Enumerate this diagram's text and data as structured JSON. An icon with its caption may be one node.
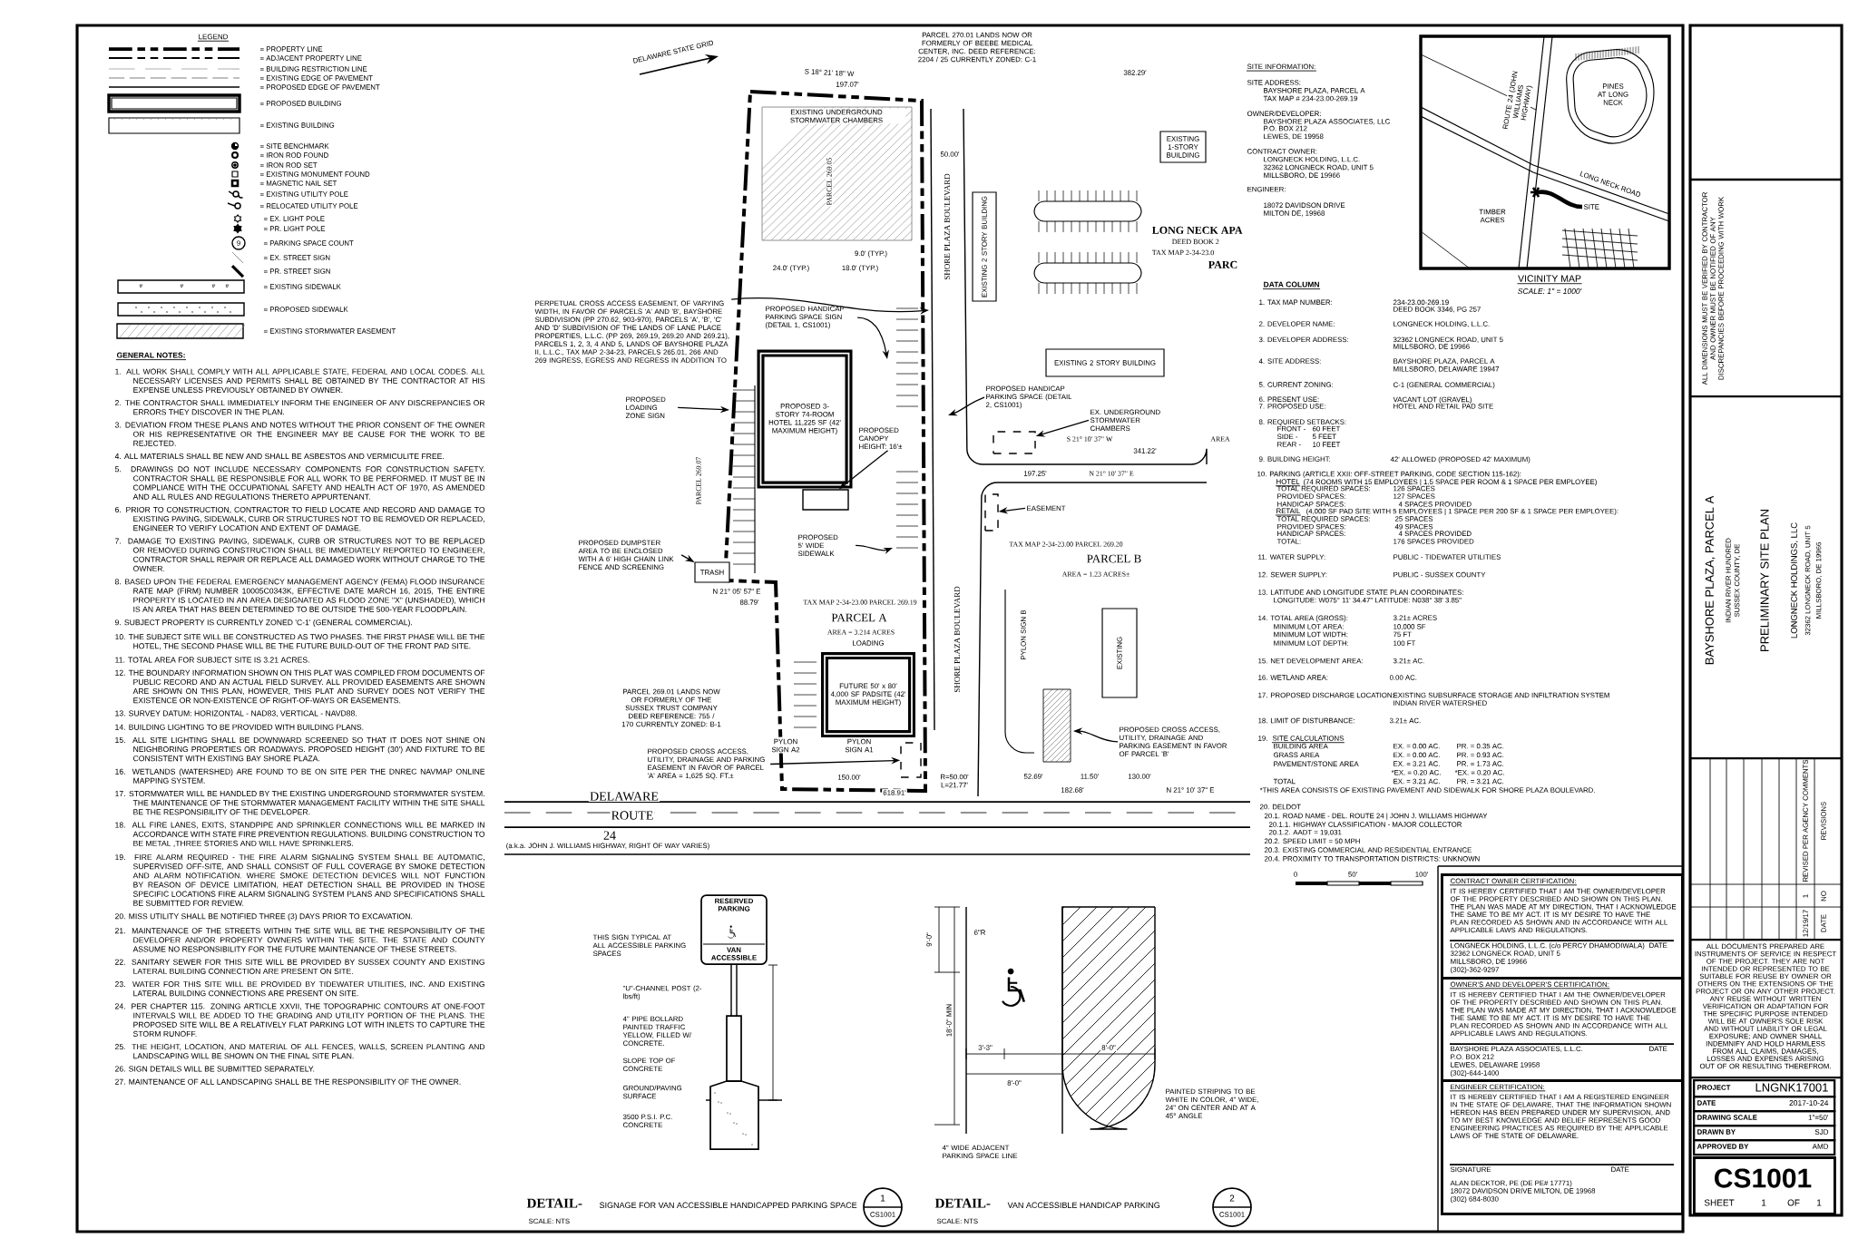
{
  "diagram": {
    "nodes": [
      {
        "text": [
          "PROPOSED 3-STORY 74-ROOM HOTEL 11,225 SF (42' MAXIMUM HEIGHT)"
        ]
      },
      {
        "text": [
          "FUTURE 50' x 80' 4,000 SF PADSITE (42' MAXIMUM HEIGHT)"
        ]
      },
      {
        "text": [
          "EXISTING 2 STORY BUILDING"
        ]
      },
      {
        "text": [
          "EXISTING 2 STORY BUILDING"
        ]
      },
      {
        "text": [
          "EXISTING 1-STORY BUILDING"
        ]
      },
      {
        "text": [
          "EXISTING"
        ]
      },
      {
        "text": [
          "PERPETUAL CROSS ACCESS EASEMENT, OF VARYING WIDTH, IN FAVOR OF PARCELS 'A' AND 'B', BAYSHORE SUBDIVISION (PP 270.62, 903-970), PARCELS 'A', 'B', 'C' AND 'D' SUBDIVISION OF THE LANDS OF LANE PLACE PROPERTIES, L.L.C. (PP 269, 269.19, 269.20 AND 269.21), PARCELS 1, 2, 3, 4 AND 5, LANDS OF BAYSHORE PLAZA II, L.L.C., TAX MAP 2-34-23, PARCELS 265.01, 266 AND 269 INGRESS, EGRESS AND REGRESS IN ADDITION TO"
        ]
      },
      {
        "text": [
          "PROPOSED HANDICAP PARKING SPACE SIGN (DETAIL 1, CS1001)"
        ]
      },
      {
        "text": [
          "PROPOSED LOADING ZONE SIGN"
        ]
      },
      {
        "text": [
          "PROPOSED CANOPY HEIGHT: 16'±"
        ]
      },
      {
        "text": [
          "PROPOSED 5' WIDE SIDEWALK"
        ]
      },
      {
        "text": [
          "PROPOSED HANDICAP PARKING SPACE (DETAIL 2, CS1001)"
        ]
      },
      {
        "text": [
          "EX. UNDERGROUND STORMWATER CHAMBERS"
        ]
      },
      {
        "text": [
          "EASEMENT"
        ]
      },
      {
        "text": [
          "PROPOSED DUMPSTER AREA TO BE ENCLOSED WITH A 6' HIGH CHAIN LINK FENCE AND SCREENING"
        ]
      },
      {
        "text": [
          "PROPOSED CROSS ACCESS, UTILITY, DRAINAGE AND PARKING EASEMENT IN FAVOR OF PARCEL 'A' AREA = 1,625 SQ. FT.±"
        ]
      },
      {
        "text": [
          "PROPOSED CROSS ACCESS, UTILITY, DRAINAGE AND PARKING EASEMENT IN FAVOR OF PARCEL 'B'"
        ]
      },
      {
        "text": [
          "SITE"
        ]
      },
      {
        "text": [
          "RESERVED PARKING",
          "VAN ACCESSIBLE"
        ]
      },
      {
        "text": [
          "1",
          "CS1001"
        ]
      },
      {
        "text": [
          "2",
          "CS1001"
        ]
      },
      {
        "text": [
          "CONTRACT OWNER CERTIFICATION:",
          "IT IS HEREBY CERTIFIED THAT I AM THE OWNER/DEVELOPER OF THE PROPERTY DESCRIBED AND SHOWN ON THIS PLAN. THE PLAN WAS MADE AT MY DIRECTION, THAT I ACKNOWLEDGE THE SAME TO BE MY ACT. IT IS MY DESIRE TO HAVE THE PLAN RECORDED AS SHOWN AND IN ACCORDANCE WITH ALL APPLICABLE LAWS AND REGULATIONS.",
          "LONGNECK HOLDING, L.L.C. (c/o PERCY DHAMODIWALA)",
          "DATE",
          "32362 LONGNECK ROAD, UNIT 5",
          "MILLSBORO, DE 19966",
          "(302)-362-9297"
        ]
      },
      {
        "text": [
          "OWNER'S AND DEVELOPER'S CERTIFICATION:",
          "IT IS HEREBY CERTIFIED THAT I AM THE OWNER/DEVELOPER OF THE PROPERTY DESCRIBED AND SHOWN ON THIS PLAN. THE PLAN WAS MADE AT MY DIRECTION, THAT I ACKNOWLEDGE THE SAME TO BE MY ACT. IT IS MY DESIRE TO HAVE THE PLAN RECORDED AS SHOWN AND IN ACCORDANCE WITH ALL APPLICABLE LAWS AND REGULATIONS.",
          "BAYSHORE PLAZA ASSOCIATES, L.L.C.",
          "DATE",
          "P.O. BOX 212",
          "LEWES, DELAWARE 19958",
          "(302)-644-1400"
        ]
      },
      {
        "text": [
          "ENGINEER CERTIFICATION:",
          "IT IS HEREBY CERTIFIED THAT I AM A REGISTERED ENGINEER IN THE STATE OF DELAWARE, THAT THE INFORMATION SHOWN HEREON HAS BEEN PREPARED UNDER MY SUPERVISION, AND TO MY BEST KNOWLEDGE AND BELIEF REPRESENTS GOOD ENGINEERING PRACTICES AS REQUIRED BY THE APPLICABLE LAWS OF THE STATE OF DELAWARE.",
          "SIGNATURE",
          "DATE",
          "ALAN DECKTOR, PE (DE PE# 17771)",
          "18072 DAVIDSON DRIVE MILTON, DE 19968",
          "(302) 684-8030"
        ]
      },
      {
        "text": [
          "PROJECT",
          "LNGNK17001"
        ]
      },
      {
        "text": [
          "DATE",
          "2017-10-24"
        ]
      },
      {
        "text": [
          "DRAWING SCALE",
          "1\"=50'"
        ]
      },
      {
        "text": [
          "DRAWN BY",
          "SJD"
        ]
      },
      {
        "text": [
          "APPROVED BY",
          "AMD"
        ]
      },
      {
        "text": [
          "CS1001",
          "SHEET",
          "1",
          "OF",
          "1"
        ]
      },
      {
        "text": [
          "TRASH"
        ]
      },
      {
        "text": [],
        "shape": "box"
      },
      {
        "text": [],
        "shape": "box"
      },
      {
        "text": [],
        "shape": "box"
      },
      {
        "text": [],
        "shape": "box"
      }
    ],
    "edges": [
      {
        "from": 6,
        "to": null,
        "arrow": "to"
      },
      {
        "from": 7,
        "to": null,
        "arrow": "to"
      },
      {
        "from": 8,
        "to": null,
        "arrow": "to"
      },
      {
        "from": 9,
        "to": 31,
        "arrow": "to"
      },
      {
        "from": 10,
        "to": null,
        "arrow": "to"
      },
      {
        "from": 11,
        "to": null,
        "arrow": "to"
      },
      {
        "from": 12,
        "to": 32,
        "arrow": "to"
      },
      {
        "from": 13,
        "to": 33,
        "arrow": "to"
      },
      {
        "from": 14,
        "to": 30,
        "arrow": "to"
      },
      {
        "from": 15,
        "to": 34,
        "arrow": "to"
      },
      {
        "from": 16,
        "to": null,
        "arrow": "to"
      },
      {
        "from": 17,
        "to": null,
        "arrow": "none",
        "style": "thick"
      }
    ],
    "labels": [
      "LEGEND",
      "GENERAL NOTES:",
      "1. ALL WORK SHALL COMPLY WITH ALL APPLICABLE STATE, FEDERAL AND LOCAL CODES. ALL NECESSARY LICENSES AND PERMITS SHALL BE OBTAINED BY THE CONTRACTOR AT HIS EXPENSE UNLESS PREVIOUSLY OBTAINED BY OWNER.",
      "2. THE CONTRACTOR SHALL IMMEDIATELY INFORM THE ENGINEER OF ANY DISCREPANCIES OR ERRORS THEY DISCOVER IN THE PLAN.",
      "3. DEVIATION FROM THESE PLANS AND NOTES WITHOUT THE PRIOR CONSENT OF THE OWNER OR HIS REPRESENTATIVE OR THE ENGINEER MAY BE CAUSE FOR THE WORK TO BE REJECTED.",
      "4. ALL MATERIALS SHALL BE NEW AND SHALL BE ASBESTOS AND VERMICULITE FREE.",
      "5. DRAWINGS DO NOT INCLUDE NECESSARY COMPONENTS FOR CONSTRUCTION SAFETY. CONTRACTOR SHALL BE RESPONSIBLE FOR ALL WORK TO BE PERFORMED. IT MUST BE IN COMPLIANCE WITH THE OCCUPATIONAL SAFETY AND HEALTH ACT OF 1970, AS AMENDED AND ALL RULES AND REGULATIONS THERETO APPURTENANT.",
      "6. PRIOR TO CONSTRUCTION, CONTRACTOR TO FIELD LOCATE AND RECORD AND DAMAGE TO EXISTING PAVING, SIDEWALK, CURB OR STRUCTURES NOT TO BE REMOVED OR REPLACED, ENGINEER TO VERIFY LOCATION AND EXTENT OF DAMAGE.",
      "7. DAMAGE TO EXISTING PAVING, SIDEWALK, CURB OR STRUCTURES NOT TO BE REPLACED OR REMOVED DURING CONSTRUCTION SHALL BE IMMEDIATELY REPORTED TO ENGINEER, CONTRACTOR SHALL REPAIR OR REPLACE ALL DAMAGED WORK WITHOUT CHARGE TO THE OWNER.",
      "8. BASED UPON THE FEDERAL EMERGENCY MANAGEMENT AGENCY (FEMA) FLOOD INSURANCE RATE MAP (FIRM) NUMBER 10005C0343K, EFFECTIVE DATE MARCH 16, 2015, THE ENTIRE PROPERTY IS LOCATED IN AN AREA DESIGNATED AS FLOOD ZONE \"X\" (UNSHADED), WHICH IS AN AREA THAT HAS BEEN DETERMINED TO BE OUTSIDE THE 500-YEAR FLOODPLAIN.",
      "9. SUBJECT PROPERTY IS CURRENTLY ZONED 'C-1' (GENERAL COMMERCIAL).",
      "10. THE SUBJECT SITE WILL BE CONSTRUCTED AS TWO PHASES. THE FIRST PHASE WILL BE THE HOTEL, THE SECOND PHASE WILL BE THE FUTURE BUILD-OUT OF THE FRONT PAD SITE.",
      "11. TOTAL AREA FOR SUBJECT SITE IS 3.21 ACRES.",
      "12. THE BOUNDARY INFORMATION SHOWN ON THIS PLAT WAS COMPILED FROM DOCUMENTS OF PUBLIC RECORD AND AN ACTUAL FIELD SURVEY. ALL PROVIDED EASEMENTS ARE SHOWN ARE SHOWN ON THIS PLAN, HOWEVER, THIS PLAT AND SURVEY DOES NOT VERIFY THE EXISTENCE OR NON-EXISTENCE OF RIGHT-OF-WAYS OR EASEMENTS.",
      "13. SURVEY DATUM: HORIZONTAL - NAD83, VERTICAL - NAVD88.",
      "14. BUILDING LIGHTING TO BE PROVIDED WITH BUILDING PLANS.",
      "15. ALL SITE LIGHTING SHALL BE DOWNWARD SCREENED SO THAT IT DOES NOT SHINE ON NEIGHBORING PROPERTIES OR ROADWAYS. PROPOSED HEIGHT (30') AND FIXTURE TO BE CONSISTENT WITH EXISTING BAY SHORE PLAZA.",
      "16. WETLANDS (WATERSHED) ARE FOUND TO BE ON SITE PER THE DNREC NAVMAP ONLINE MAPPING SYSTEM.",
      "17. STORMWATER WILL BE HANDLED BY THE EXISTING UNDERGROUND STORMWATER SYSTEM. THE MAINTENANCE OF THE STORMWATER MANAGEMENT FACILITY WITHIN THE SITE SHALL BE THE RESPONSIBILITY OF THE DEVELOPER.",
      "18. ALL FIRE LANES, EXITS, STANDPIPE AND SPRINKLER CONNECTIONS WILL BE MARKED IN ACCORDANCE WITH STATE FIRE PREVENTION REGULATIONS. BUILDING CONSTRUCTION TO BE METAL ,THREE STORIES AND WILL HAVE SPRINKLERS.",
      "19. FIRE ALARM REQUIRED - THE FIRE ALARM SIGNALING SYSTEM SHALL BE AUTOMATIC, SUPERVISED OFF-SITE, AND SHALL CONSIST OF FULL COVERAGE BY SMOKE DETECTION AND ALARM NOTIFICATION. WHERE SMOKE DETECTION DEVICES WILL NOT FUNCTION BY REASON OF DEVICE LIMITATION, HEAT DETECTION SHALL BE PROVIDED IN THOSE SPECIFIC LOCATIONS FIRE ALARM SIGNALING SYSTEM PLANS AND SPECIFICATIONS SHALL BE SUBMITTED FOR REVIEW.",
      "20. MISS UTILITY SHALL BE NOTIFIED THREE (3) DAYS PRIOR TO EXCAVATION.",
      "21. MAINTENANCE OF THE STREETS WITHIN THE SITE WILL BE THE RESPONSIBILITY OF THE DEVELOPER AND/OR PROPERTY OWNERS WITHIN THE SITE. THE STATE AND COUNTY ASSUME NO RESPONSIBILITY FOR THE FUTURE MAINTENANCE OF THESE STREETS.",
      "22. SANITARY SEWER FOR THIS SITE WILL BE PROVIDED BY SUSSEX COUNTY AND EXISTING LATERAL BUILDING CONNECTION ARE PRESENT ON SITE.",
      "23. WATER FOR THIS SITE WILL BE PROVIDED BY TIDEWATER UTILITIES, INC. AND EXISTING LATERAL BUILDING CONNECTIONS ARE PRESENT ON SITE.",
      "24. PER CHAPTER 115. ZONING ARTICLE XXVII, THE TOPOGRAPHIC CONTOURS AT ONE-FOOT INTERVALS WILL BE ADDED TO THE GRADING AND UTILITY PORTION OF THE PLANS. THE PROPOSED SITE WILL BE A RELATIVELY FLAT PARKING LOT WITH INLETS TO CAPTURE THE STORM RUNOFF.",
      "25. THE HEIGHT, LOCATION, AND MATERIAL OF ALL FENCES, WALLS, SCREEN PLANTING AND LANDSCAPING WILL BE SHOWN ON THE FINAL SITE PLAN.",
      "26. SIGN DETAILS WILL BE SUBMITTED SEPARATELY.",
      "27. MAINTENANCE OF ALL LANDSCAPING SHALL BE THE RESPONSIBILITY OF THE OWNER.",
      "SITE INFORMATION:",
      "SITE ADDRESS:",
      "BAYSHORE PLAZA, PARCEL A",
      "TAX MAP # 234-23.00-269.19",
      "OWNER/DEVELOPER:",
      "BAYSHORE PLAZA ASSOCIATES, LLC",
      "P.O. BOX 212",
      "LEWES, DE 19958",
      "CONTRACT OWNER:",
      "LONGNECK HOLDING, L.L.C.",
      "32362 LONGNECK ROAD, UNIT 5",
      "MILLSBORO, DE 19966",
      "ENGINEER:",
      "18072 DAVIDSON DRIVE",
      "MILTON DE, 19968",
      "DATA COLUMN",
      "1. TAX MAP NUMBER:",
      "234-23.00-269.19",
      "DEED BOOK 3346, PG 257",
      "2. DEVELOPER NAME:",
      "LONGNECK HOLDING, L.L.C.",
      "3. DEVELOPER ADDRESS:",
      "32362 LONGNECK ROAD, UNIT 5",
      "MILLSBORO, DE 19966",
      "4. SITE ADDRESS:",
      "BAYSHORE PLAZA, PARCEL A",
      "MILLSBORO, DELAWARE 19947",
      "5. CURRENT ZONING:",
      "C-1 (GENERAL COMMERCIAL)",
      "6. PRESENT USE:",
      "VACANT LOT (GRAVEL)",
      "7. PROPOSED USE:",
      "HOTEL AND RETAIL PAD SITE",
      "8. REQUIRED SETBACKS:",
      "FRONT -",
      "60 FEET",
      "SIDE -",
      "5 FEET",
      "REAR -",
      "10 FEET",
      "9. BUILDING HEIGHT:",
      "42' ALLOWED (PROPOSED 42' MAXIMUM)",
      "10. PARKING (ARTICLE XXII: OFF-STREET PARKING, CODE SECTION 115-162):",
      "HOTEL",
      "(74 ROOMS WITH 15 EMPLOYEES | 1.5 SPACE PER ROOM & 1 SPACE PER EMPLOYEE)",
      "TOTAL REQUIRED SPACES:",
      "126 SPACES",
      "PROVIDED SPACES:",
      "127 SPACES",
      "HANDICAP SPACES:",
      "4 SPACES PROVIDED",
      "RETAIL",
      "(4,000 SF PAD SITE WITH 5 EMPLOYEES | 1 SPACE PER 200 SF & 1 SPACE PER EMPLOYEE):",
      "TOTAL REQUIRED SPACES:",
      "25 SPACES",
      "PROVIDED SPACES:",
      "49 SPACES",
      "HANDICAP SPACES:",
      "4 SPACES PROVIDED",
      "TOTAL:",
      "176 SPACES PROVIDED",
      "11. WATER SUPPLY:",
      "PUBLIC - TIDEWATER UTILITIES",
      "12. SEWER SUPPLY:",
      "PUBLIC - SUSSEX COUNTY",
      "13. LATITUDE AND LONGITUDE STATE PLAN COORDINATES:",
      "LONGITUDE: W075° 11' 34.47\" LATITUDE: N038° 38' 3.85\"",
      "14. TOTAL AREA (GROSS):",
      "3.21± ACRES",
      "MINIMUM LOT AREA:",
      "10,000 SF",
      "MINIMUM LOT WIDTH:",
      "75 FT",
      "MINIMUM LOT DEPTH:",
      "100 FT",
      "15. NET DEVELOPMENT AREA:",
      "3.21± AC.",
      "16. WETLAND AREA:",
      "0.00 AC.",
      "17. PROPOSED DISCHARGE LOCATION:",
      "EXISTING SUBSURFACE STORAGE AND INFILTRATION SYSTEM",
      "INDIAN RIVER WATERSHED",
      "18. LIMIT OF DISTURBANCE:",
      "3.21± AC.",
      "19.",
      "SITE CALCULATIONS",
      "BUILDING AREA",
      "EX. = 0.00 AC.",
      "PR. = 0.35 AC.",
      "GRASS AREA",
      "EX. = 0.00 AC.",
      "PR. = 0.93 AC.",
      "PAVEMENT/STONE AREA",
      "EX. = 3.21 AC.",
      "PR. = 1.73 AC.",
      "*EX. = 0.20 AC.",
      "*EX. = 0.20 AC.",
      "TOTAL",
      "EX. = 3.21 AC.",
      "PR. = 3.21 AC.",
      "*THIS AREA CONSISTS OF EXISTING PAVEMENT AND SIDEWALK FOR SHORE PLAZA BOULEVARD.",
      "20. DELDOT",
      "20.1. ROAD NAME - DEL. ROUTE 24 | JOHN J. WILLIAMS HIGHWAY",
      "20.1.1. HIGHWAY CLASSIFICATION - MAJOR COLLECTOR",
      "20.1.2. AADT = 19,031",
      "20.2. SPEED LIMIT = 50 MPH",
      "20.3. EXISTING COMMERCIAL AND RESIDENTIAL ENTRANCE",
      "20.4. PROXIMITY TO TRANSPORTATION DISTRICTS: UNKNOWN",
      "ROUTE 24 (JOHN WILLIAMS HIGHWAY)",
      "PINES AT LONG NECK",
      "LONG NECK ROAD",
      "TIMBER ACRES",
      "VICINITY MAP",
      "SCALE: 1\" = 1000'",
      "0",
      "50'",
      "100'",
      "DELAWARE STATE GRID",
      "PARCEL 270.01 LANDS NOW OR FORMERLY OF BEEBE MEDICAL CENTER, INC. DEED REFERENCE: 2204 / 25 CURRENTLY ZONED: C-1",
      "S 18° 21' 18\" W",
      "197.07'",
      "382.29'",
      "EXISTING UNDERGROUND STORMWATER CHAMBERS",
      "50.00'",
      "PARCEL 269.05",
      "PARCEL 269.07",
      "LONG NECK APA",
      "DEED BOOK 2",
      "TAX MAP 2-34-23.0",
      "PARC",
      "SHORE PLAZA BOULEVARD",
      "SHORE PLAZA BOULEVARD",
      "24.0' (TYP.)",
      "18.0' (TYP.)",
      "9.0' (TYP.)",
      "S 21° 10' 37\" W",
      "341.22'",
      "AREA",
      "197.25'",
      "N 21° 10' 37\" E",
      "TAX MAP 2-34-23.00 PARCEL 269.20",
      "PARCEL B",
      "AREA = 1.23 ACRES±",
      "N 21° 05' 57\" E",
      "88.79'",
      "TAX MAP 2-34-23.00 PARCEL 269.19",
      "PARCEL A",
      "AREA = 3.214 ACRES",
      "LOADING",
      "PARCEL 269.01 LANDS NOW OR FORMERLY OF THE SUSSEX TRUST COMPANY DEED REFERENCE: 755 / 170 CURRENTLY ZONED: B-1",
      "PYLON SIGN A2",
      "PYLON SIGN A1",
      "PYLON SIGN B",
      "150.00'",
      "618.91'",
      "R=50.00' L=21.77'",
      "52.69'",
      "11.50'",
      "130.00'",
      "182.68'",
      "N 21° 10' 37\" E",
      "DELAWARE",
      "ROUTE",
      "24",
      "(a.k.a. JOHN J. WILLIAMS HIGHWAY, RIGHT OF WAY VARIES)",
      "THIS SIGN TYPICAL AT ALL ACCESSIBLE PARKING SPACES",
      "\"U\"-CHANNEL POST (2-lbs/ft)",
      "4\" PIPE BOLLARD PAINTED TRAFFIC YELLOW, FILLED W/ CONCRETE.",
      "SLOPE TOP OF CONCRETE",
      "GROUND/PAVING SURFACE",
      "3500 P.S.I. P.C. CONCRETE",
      "DETAIL-",
      "SIGNAGE FOR VAN ACCESSIBLE HANDICAPPED PARKING SPACE",
      "SCALE: NTS",
      "9'-0\"",
      "18'-0\" MIN",
      "6\"R",
      "3'-3\"",
      "8'-0\"",
      "8'-0\"",
      "4\" WIDE ADJACENT PARKING SPACE LINE",
      "PAINTED STRIPING TO BE WHITE IN COLOR, 4\" WIDE, 24\" ON CENTER AND AT A 45° ANGLE",
      "DETAIL-",
      "VAN ACCESSIBLE HANDICAP PARKING",
      "SCALE: NTS",
      "ALL DIMENSIONS MUST BE VERIFIED BY CONTRACTOR AND OWNER MUST BE NOTIFIED OF ANY DISCREPANCIES BEFORE PROCEEDING WITH WORK",
      "BAYSHORE PLAZA, PARCEL A",
      "INDIAN RIVER HUNDRED",
      "SUSSEX COUNTY, DE",
      "PRELIMINARY SITE PLAN",
      "LONGNECK HOLDINGS, LLC",
      "32362 LONGNECK ROAD, UNIT 5",
      "MILLSBORO, DE 19966",
      "REVISED PER AGENCY COMMENTS",
      "1",
      "12/19/17",
      "REVISIONS",
      "NO",
      "DATE",
      "ALL DOCUMENTS PREPARED ARE INSTRUMENTS OF SERVICE IN RESPECT OF THE PROJECT. THEY ARE NOT INTENDED OR REPRESENTED TO BE SUITABLE FOR REUSE BY OWNER OR OTHERS ON THE EXTENSIONS OF THE PROJECT OR ON ANY OTHER PROJECT. ANY REUSE WITHOUT WRITTEN VERIFICATION OR ADAPTATION FOR THE SPECIFIC PURPOSE INTENDED WILL BE AT OWNER'S SOLE RISK AND WITHOUT LIABILITY OR LEGAL EXPOSURE; AND OWNER SHALL INDEMNIFY AND HOLD HARMLESS FROM ALL CLAIMS, DAMAGES, LOSSES AND EXPENSES ARISING OUT OF OR RESULTING THEREFROM.",
      "9"
    ],
    "legend": [
      {
        "text": "= PROPERTY LINE"
      },
      {
        "text": "= ADJACENT PROPERTY LINE"
      },
      {
        "text": "= BUILDING RESTRICTION LINE"
      },
      {
        "text": "= EXISTING EDGE OF PAVEMENT"
      },
      {
        "text": "= PROPOSED EDGE OF PAVEMENT"
      },
      {
        "text": "= PROPOSED BUILDING"
      },
      {
        "text": "= EXISTING BUILDING"
      },
      {
        "text": "= SITE BENCHMARK"
      },
      {
        "text": "= IRON ROD FOUND"
      },
      {
        "text": "= IRON ROD SET"
      },
      {
        "text": "= EXISTING MONUMENT FOUND"
      },
      {
        "text": "= MAGNETIC NAIL SET"
      },
      {
        "text": "= EXISTING UTILITY POLE"
      },
      {
        "text": "= RELOCATED UTILITY POLE"
      },
      {
        "text": "= EX. LIGHT POLE"
      },
      {
        "text": "= PR. LIGHT POLE"
      },
      {
        "text": "= PARKING SPACE COUNT"
      },
      {
        "text": "= EX. STREET SIGN"
      },
      {
        "text": "= PR. STREET SIGN"
      },
      {
        "text": "= EXISTING SIDEWALK"
      },
      {
        "text": "= PROPOSED SIDEWALK"
      },
      {
        "text": "= EXISTING STORMWATER EASEMENT"
      }
    ]
  }
}
